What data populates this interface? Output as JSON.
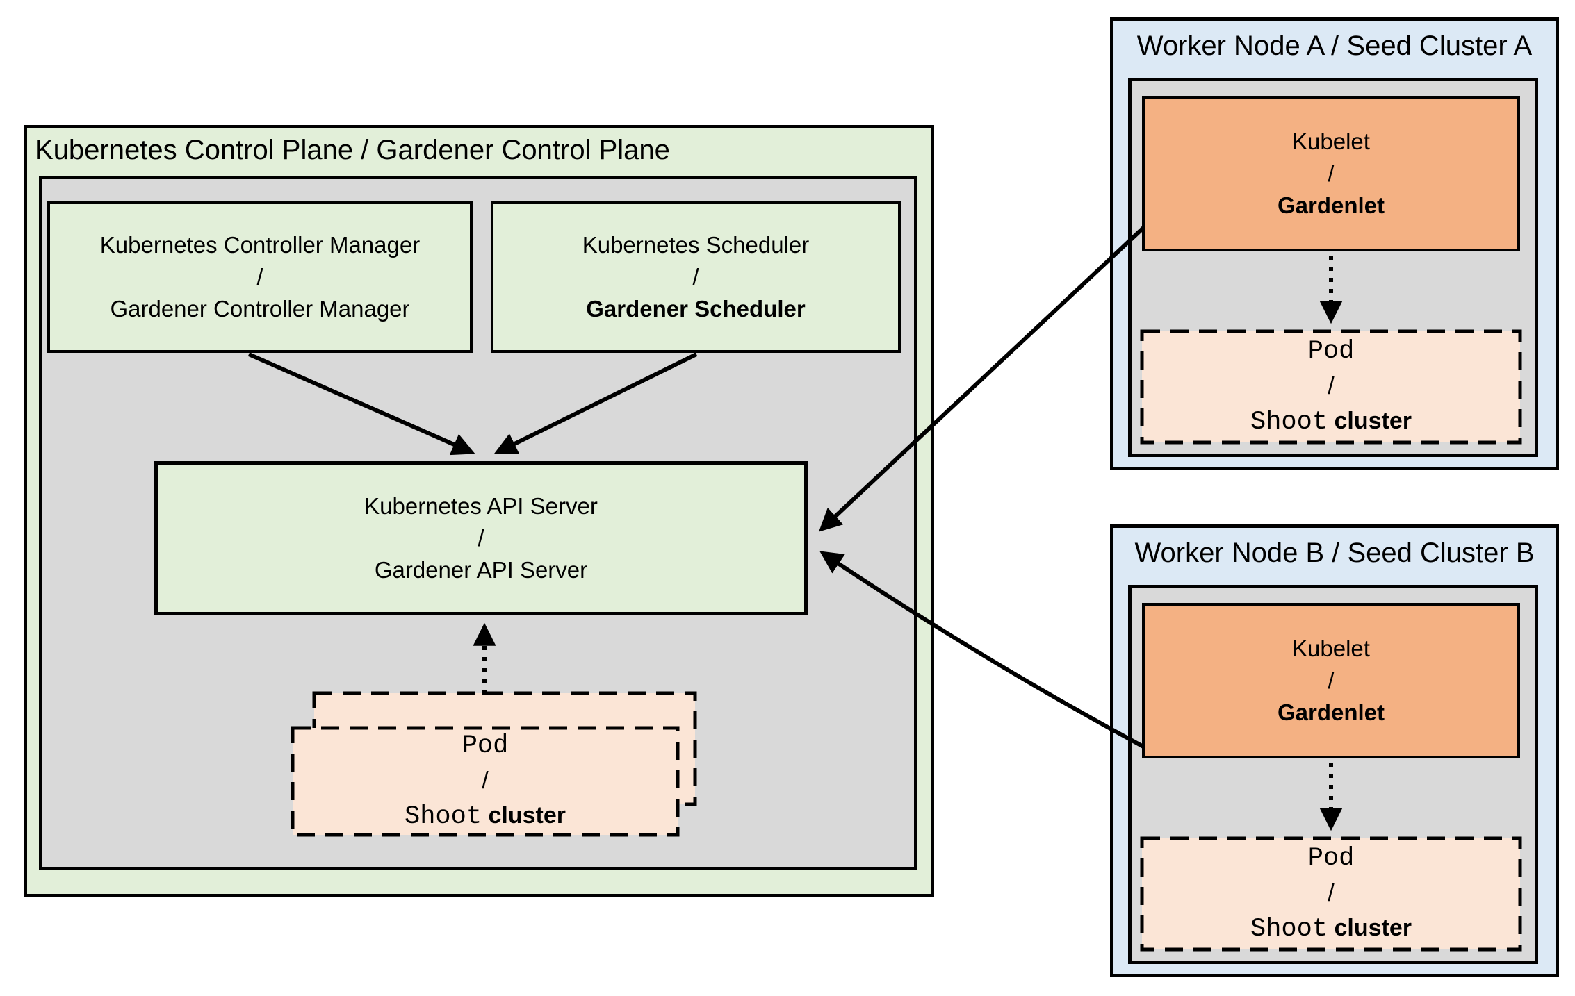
{
  "colors": {
    "green": "#e2efd9",
    "gray": "#d9d9d9",
    "blue": "#dce9f5",
    "orange": "#f4b183",
    "peach": "#fbe5d6",
    "border": "#000000"
  },
  "control_plane": {
    "title": "Kubernetes Control Plane / Gardener Control Plane",
    "controller_manager": {
      "line1": "Kubernetes Controller Manager",
      "slash": "/",
      "line2": "Gardener Controller Manager"
    },
    "scheduler": {
      "line1": "Kubernetes Scheduler",
      "slash": "/",
      "line2": "Gardener Scheduler"
    },
    "api_server": {
      "line1": "Kubernetes API Server",
      "slash": "/",
      "line2": "Gardener API Server"
    },
    "pod_stack": {
      "line1": "Pod",
      "slash": "/",
      "line2_mono": "Shoot",
      "line2_sans": "cluster"
    }
  },
  "worker_node_a": {
    "title": "Worker Node A / Seed Cluster A",
    "kubelet": {
      "line1": "Kubelet",
      "slash": "/",
      "line2": "Gardenlet"
    },
    "pod": {
      "line1": "Pod",
      "slash": "/",
      "line2_mono": "Shoot",
      "line2_sans": "cluster"
    }
  },
  "worker_node_b": {
    "title": "Worker Node B / Seed Cluster B",
    "kubelet": {
      "line1": "Kubelet",
      "slash": "/",
      "line2": "Gardenlet"
    },
    "pod": {
      "line1": "Pod",
      "slash": "/",
      "line2_mono": "Shoot",
      "line2_sans": "cluster"
    }
  }
}
